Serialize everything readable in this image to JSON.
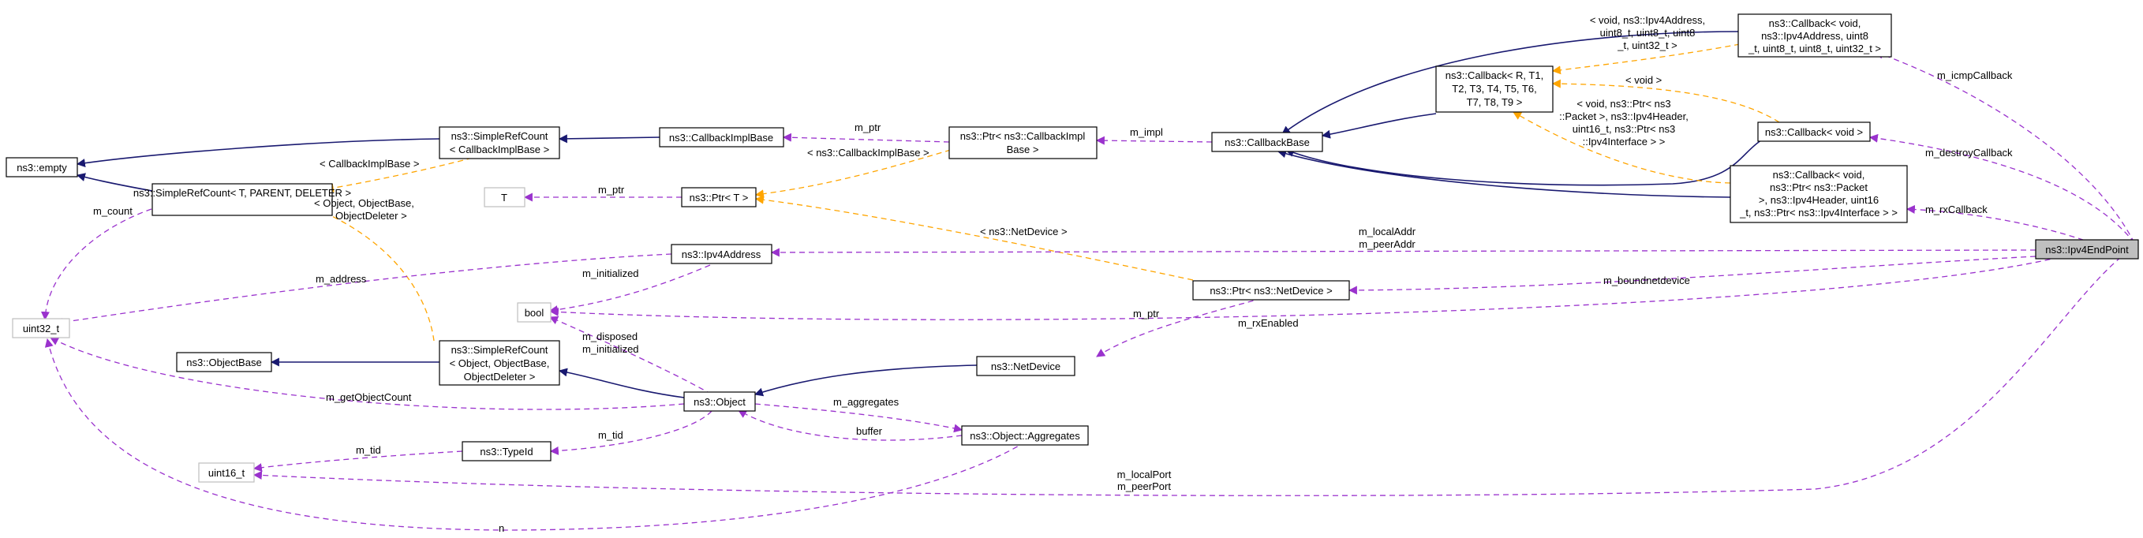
{
  "nodes": {
    "empty": "ns3::empty",
    "uint32": "uint32_t",
    "srcf_cib": [
      "ns3::SimpleRefCount",
      "< CallbackImplBase >"
    ],
    "srcf_t": "ns3::SimpleRefCount< T, PARENT, DELETER >",
    "cib": "ns3::CallbackImplBase",
    "ptr_cib": [
      "ns3::Ptr< ns3::CallbackImpl",
      "Base >"
    ],
    "t": "T",
    "ptr_t": "ns3::Ptr< T >",
    "cbbase": "ns3::CallbackBase",
    "cb_gen": [
      "ns3::Callback< R, T1,",
      "T2, T3, T4, T5, T6,",
      "T7, T8, T9 >"
    ],
    "cb_icmp": [
      "ns3::Callback< void,",
      "ns3::Ipv4Address, uint8",
      "_t, uint8_t, uint8_t, uint32_t >"
    ],
    "cb_void": "ns3::Callback< void >",
    "cb_rx": [
      "ns3::Callback< void,",
      "ns3::Ptr< ns3::Packet",
      ">, ns3::Ipv4Header, uint16",
      "_t, ns3::Ptr< ns3::Ipv4Interface > >"
    ],
    "endpoint": "ns3::Ipv4EndPoint",
    "ipv4addr": "ns3::Ipv4Address",
    "bool": "bool",
    "ptr_nd": "ns3::Ptr< ns3::NetDevice >",
    "objbase": "ns3::ObjectBase",
    "srcf_obj": [
      "ns3::SimpleRefCount",
      "< Object, ObjectBase,",
      "ObjectDeleter >"
    ],
    "netdev": "ns3::NetDevice",
    "object": "ns3::Object",
    "typeid": "ns3::TypeId",
    "aggr": "ns3::Object::Aggregates",
    "uint16": "uint16_t"
  },
  "labels": {
    "m_count": "m_count",
    "tpl_cib": "< CallbackImplBase >",
    "tpl_obj": [
      "< Object, ObjectBase,",
      "ObjectDeleter >"
    ],
    "m_ptr_cib": "m_ptr",
    "tpl_cib2": "< ns3::CallbackImplBase >",
    "m_ptr_t": "m_ptr",
    "m_impl": "m_impl",
    "tpl_icmp": [
      "< void, ns3::Ipv4Address,",
      "uint8_t, uint8_t, uint8",
      "_t, uint32_t >"
    ],
    "tpl_void": "< void >",
    "tpl_rx": [
      "< void, ns3::Ptr< ns3",
      "::Packet >, ns3::Ipv4Header,",
      "uint16_t, ns3::Ptr< ns3",
      "::Ipv4Interface > >"
    ],
    "m_icmpCallback": "m_icmpCallback",
    "m_destroyCallback": "m_destroyCallback",
    "m_rxCallback": "m_rxCallback",
    "tpl_nd": "< ns3::NetDevice >",
    "m_localAddr": [
      "m_localAddr",
      "m_peerAddr"
    ],
    "m_address": "m_address",
    "m_initialized": "m_initialized",
    "m_boundnetdevice": "m_boundnetdevice",
    "m_rxEnabled": "m_rxEnabled",
    "m_ptr_nd": "m_ptr",
    "m_disposed": [
      "m_disposed",
      "m_initialized"
    ],
    "m_getObjectCount": "m_getObjectCount",
    "m_aggregates": "m_aggregates",
    "buffer": "buffer",
    "m_tid_obj": "m_tid",
    "m_tid": "m_tid",
    "m_localPort": [
      "m_localPort",
      "m_peerPort"
    ],
    "n": "n"
  },
  "colors": {
    "inheritance": "#191970",
    "usage": "#9a32cd",
    "template": "#ffa500",
    "highlight_fill": "#bfbfbf",
    "external_border": "#bfbfbf"
  }
}
